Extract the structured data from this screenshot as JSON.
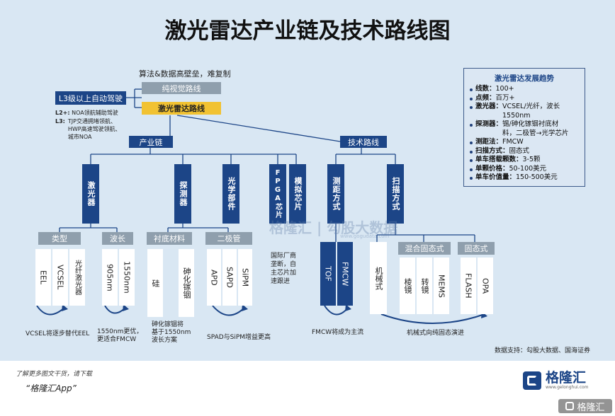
{
  "title": "激光雷达产业链及技术路线图",
  "top_note": "算法&数据高壁垒，难复制",
  "pure_vision": "纯视觉路线",
  "lidar_route": "激光雷达路线",
  "l3_label": "L3级以上自动驾驶",
  "l2_l3_notes": [
    {
      "key": "L2+:",
      "text": "NOA领航辅助驾驶"
    },
    {
      "key": "L3:",
      "text": "TJP交通拥堵领航、\nHWP高速驾驶领航、\n城市NOA"
    }
  ],
  "industry_chain": "产业链",
  "tech_route": "技术路线",
  "level1_boxes": [
    "激光器",
    "探测器",
    "光学部件",
    "FPGA芯片",
    "模拟芯片",
    "测距方式",
    "扫描方式"
  ],
  "sub_headers": [
    "类型",
    "波长",
    "衬底材料",
    "二极管",
    "混合固态式",
    "固态式"
  ],
  "type_items": [
    "EEL",
    "VCSEL",
    "光纤激光器"
  ],
  "wavelength_items": [
    "905nm",
    "1550nm"
  ],
  "substrate_items": [
    "硅",
    "砷化镓铟"
  ],
  "diode_items": [
    "APD",
    "SAPD",
    "SiPM"
  ],
  "ranging_items": [
    "TOF",
    "FMCW"
  ],
  "mechanical": "机械式",
  "hybrid_items": [
    "棱镜",
    "转镜",
    "MEMS"
  ],
  "solid_items": [
    "FLASH",
    "OPA"
  ],
  "chip_note": "国际厂商\n垄断，自\n主芯片加\n速跟进",
  "bottom_notes": {
    "vcsel": "VCSEL将逐步替代EEL",
    "wavelength": "1550nm更优，\n更适合FMCW",
    "substrate": "砷化镓铟将\n基于1550nm\n波长方案",
    "diode": "SPAD与SiPM增益更高",
    "fmcw": "FMCW将成为主流",
    "scan": "机械式向纯固态演进"
  },
  "trend_box": {
    "title": "激光雷达发展趋势",
    "items": [
      {
        "key": "线数：",
        "val": "100+"
      },
      {
        "key": "点频：",
        "val": "百万+"
      },
      {
        "key": "激光器：",
        "val": "VCSEL/光纤，波长\n1550nm"
      },
      {
        "key": "探测器：",
        "val": "锡/砷化镓铟衬底材\n料，二极管→光学芯片"
      },
      {
        "key": "测距法：",
        "val": "FMCW"
      },
      {
        "key": "扫描方式：",
        "val": "固态式"
      },
      {
        "key": "单车搭载颗数：",
        "val": "3-5颗"
      },
      {
        "key": "单颗价格：",
        "val": "50-100美元"
      },
      {
        "key": "单车价值量：",
        "val": "150-500美元"
      }
    ]
  },
  "source": "数据支持：勾股大数据、国海证券",
  "watermark": "格隆汇 | 勾股大数据",
  "watermark_url": "www.gogudata.com",
  "footer_line1": "了解更多图文干货，请下载",
  "footer_line2": "“格隆汇App”",
  "footer_logo": "格隆汇",
  "footer_logo_sub": "www.gelonghui.com",
  "corner_logo": "格隆汇",
  "colors": {
    "navy": "#1c4587",
    "background": "#d9e7f3",
    "yellow": "#f1c232",
    "gray": "#8f9fad"
  }
}
